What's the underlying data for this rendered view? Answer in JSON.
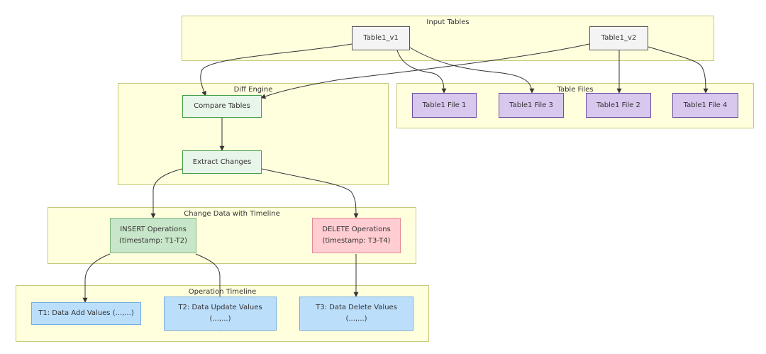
{
  "clusters": {
    "input_tables": "Input Tables",
    "diff_engine": "Diff Engine",
    "table_files": "Table Files",
    "change_data": "Change Data with Timeline",
    "operation_timeline": "Operation Timeline"
  },
  "nodes": {
    "table1_v1": "Table1_v1",
    "table1_v2": "Table1_v2",
    "compare_tables": "Compare Tables",
    "extract_changes": "Extract Changes",
    "file1": "Table1 File 1",
    "file3": "Table1 File 3",
    "file2": "Table1 File 2",
    "file4": "Table1 File 4",
    "insert_ops": [
      "INSERT Operations",
      "(timestamp: T1-T2)"
    ],
    "delete_ops": [
      "DELETE Operations",
      "(timestamp: T3-T4)"
    ],
    "t1": "T1: Data Add Values (...,...)",
    "t2": [
      "T2: Data Update Values",
      "(...,...)"
    ],
    "t3": [
      "T3: Data Delete Values",
      "(...,...)"
    ]
  },
  "colors": {
    "cluster_fill": "#ffffde",
    "input_fill": "#f4f4f4",
    "file_fill": "#d8c8ee",
    "diff_fill": "#e8f5e9",
    "insert_fill": "#c8e6c9",
    "delete_fill": "#ffcdd2",
    "timeline_fill": "#bbdefb"
  },
  "edges": [
    [
      "table1_v1",
      "compare_tables"
    ],
    [
      "table1_v1",
      "file1"
    ],
    [
      "table1_v1",
      "file3"
    ],
    [
      "table1_v2",
      "compare_tables"
    ],
    [
      "table1_v2",
      "file2"
    ],
    [
      "table1_v2",
      "file4"
    ],
    [
      "compare_tables",
      "extract_changes"
    ],
    [
      "extract_changes",
      "insert_ops"
    ],
    [
      "extract_changes",
      "delete_ops"
    ],
    [
      "insert_ops",
      "t1"
    ],
    [
      "insert_ops",
      "t2"
    ],
    [
      "delete_ops",
      "t3"
    ]
  ]
}
